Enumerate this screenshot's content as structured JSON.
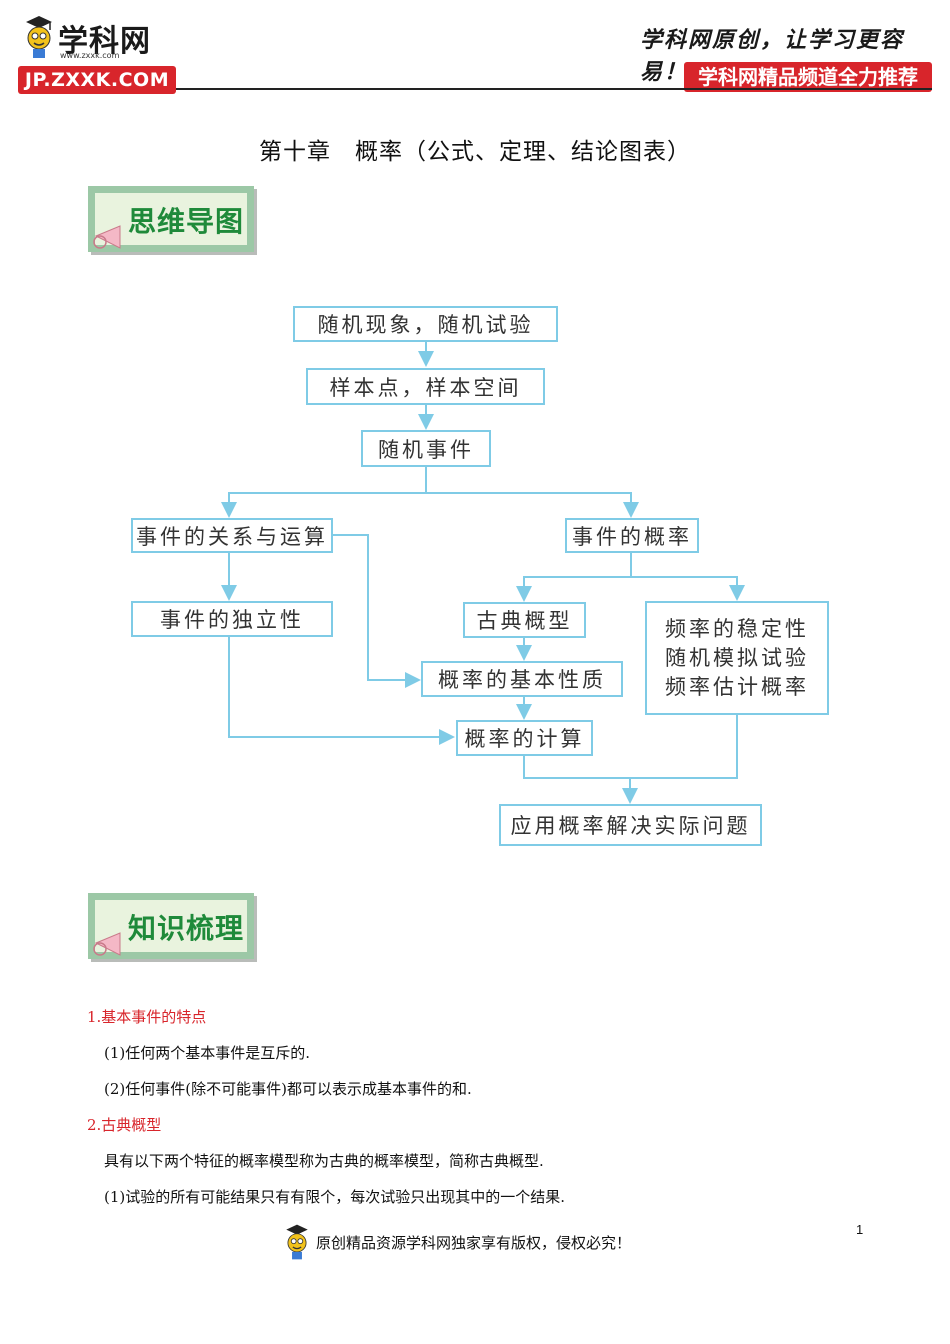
{
  "header": {
    "logo_name": "学科网",
    "logo_url_small": "www.zxxk.com",
    "logo_badge": "JP.ZXXK.COM",
    "slogan": "学科网原创，让学习更容易！",
    "promo": "学科网精品频道全力推荐"
  },
  "title": "第十章　概率（公式、定理、结论图表）",
  "sections": {
    "mindmap": "思维导图",
    "knowledge": "知识梳理"
  },
  "flowchart": {
    "n1": "随机现象，随机试验",
    "n2": "样本点，样本空间",
    "n3": "随机事件",
    "n4": "事件的关系与运算",
    "n5": "事件的概率",
    "n6": "事件的独立性",
    "n7": "古典概型",
    "n8": [
      "频率的稳定性",
      "随机模拟试验",
      "频率估计概率"
    ],
    "n9": "概率的基本性质",
    "n10": "概率的计算",
    "n11": "应用概率解决实际问题"
  },
  "content": {
    "h1": "1.基本事件的特点",
    "p1": "(1)任何两个基本事件是互斥的.",
    "p2": "(2)任何事件(除不可能事件)都可以表示成基本事件的和.",
    "h2": "2.古典概型",
    "p3": "具有以下两个特征的概率模型称为古典的概率模型，简称古典概型.",
    "p4": "(1)试验的所有可能结果只有有限个，每次试验只出现其中的一个结果."
  },
  "footer": {
    "text": "原创精品资源学科网独家享有版权，侵权必究！",
    "page_number": "1"
  },
  "colors": {
    "brand_red": "#d8252b",
    "flow_line": "#7fcbe6",
    "banner_green": "#1f8a3a"
  }
}
